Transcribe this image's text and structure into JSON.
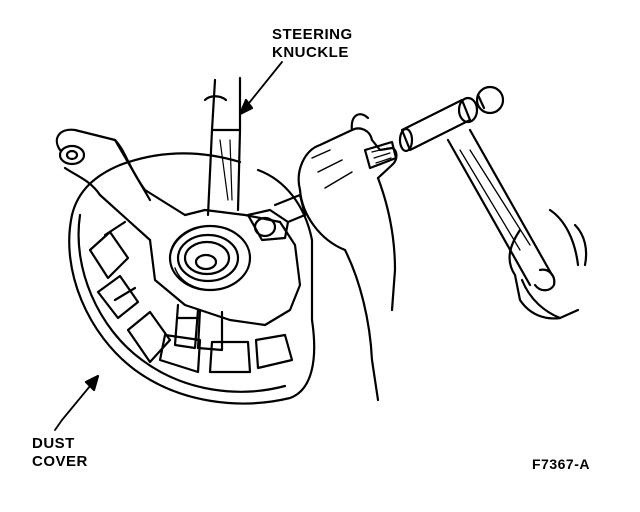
{
  "labels": {
    "steering_line1": "STEERING",
    "steering_line2": "KNUCKLE",
    "dust_line1": "DUST",
    "dust_line2": "COVER",
    "figure_id": "F7367-A"
  },
  "colors": {
    "ink": "#000000",
    "paper": "#ffffff"
  }
}
